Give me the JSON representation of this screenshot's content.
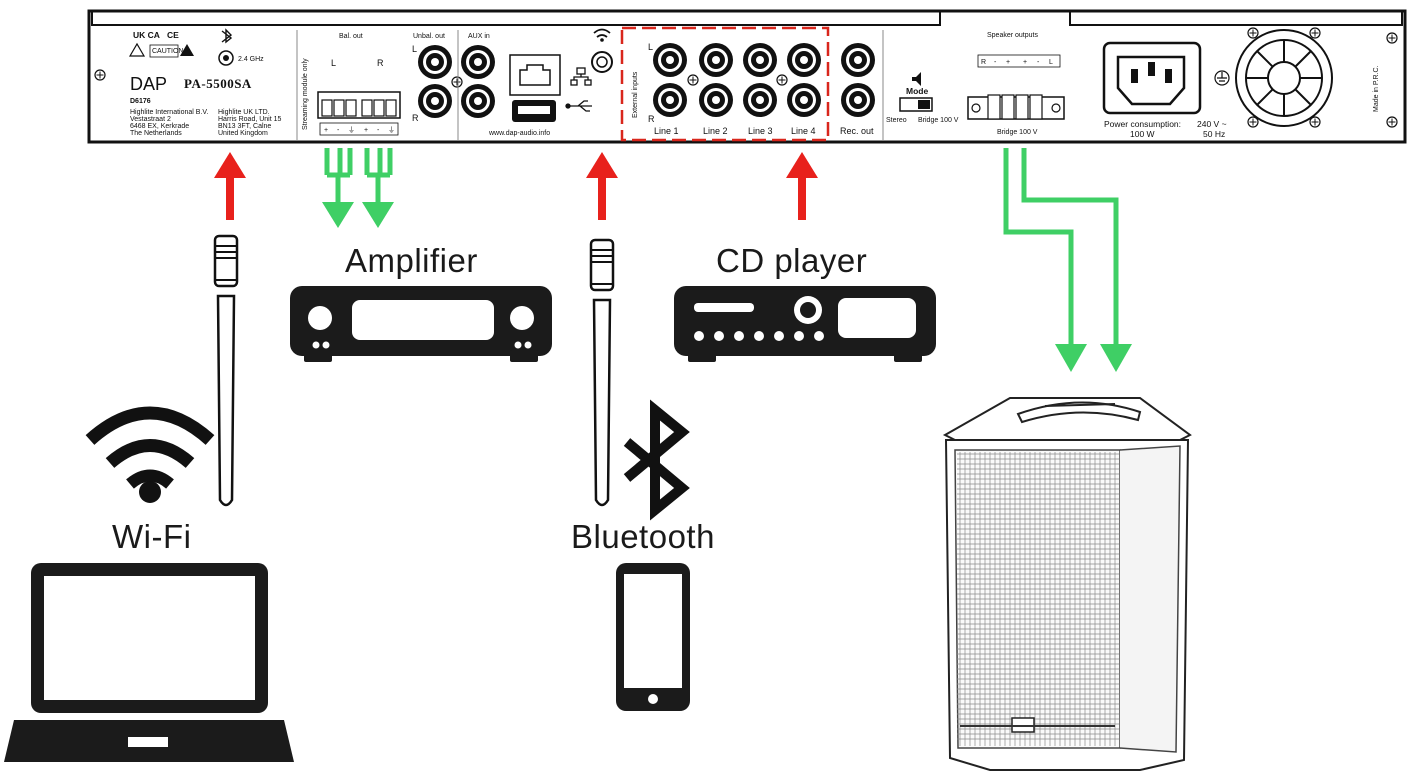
{
  "panel": {
    "marks": {
      "ukca": "UK CA",
      "ce": "CE",
      "bt_band": "2.4 GHz"
    },
    "caution": "CAUTION",
    "brand": "DAP",
    "model": "PA-5500SA",
    "code": "D6176",
    "address_left": [
      "Highlite International B.V.",
      "Vestastraat 2",
      "6468 EX, Kerkrade",
      "The Netherlands"
    ],
    "address_right": [
      "Highlite UK LTD.",
      "Harris Road, Unit 15",
      "BN13 3FT, Calne",
      "United Kingdom"
    ],
    "streaming": "Streaming module only",
    "bal_out": "Bal. out",
    "L": "L",
    "R": "R",
    "unbal_out": "Unbal. out",
    "aux_in": "AUX in",
    "website": "www.dap-audio.info",
    "external_inputs": "External inputs",
    "lines": [
      "Line 1",
      "Line 2",
      "Line 3",
      "Line 4"
    ],
    "rec_out": "Rec. out",
    "mode": "Mode",
    "stereo": "Stereo",
    "bridge_100v": "Bridge 100 V",
    "speaker_outputs": "Speaker outputs",
    "terminal_signs": [
      "R",
      "-",
      "+",
      "+",
      "-",
      "L"
    ],
    "bal_signs": [
      "+",
      "-",
      "⏚",
      "+",
      "-",
      "⏚"
    ],
    "bridge_label": "Bridge 100 V",
    "power_consumption": "Power consumption:",
    "power_w": "100 W",
    "voltage": "240 V ~",
    "freq": "50 Hz",
    "made_in": "Made in P.R.C."
  },
  "labels": {
    "amplifier": "Amplifier",
    "cd_player": "CD player",
    "wifi": "Wi-Fi",
    "bluetooth": "Bluetooth"
  },
  "colors": {
    "input_arrow": "#e8211c",
    "output_arrow": "#3fcf65",
    "dashed_box": "#d9261c",
    "device": "#1b1b1b"
  }
}
